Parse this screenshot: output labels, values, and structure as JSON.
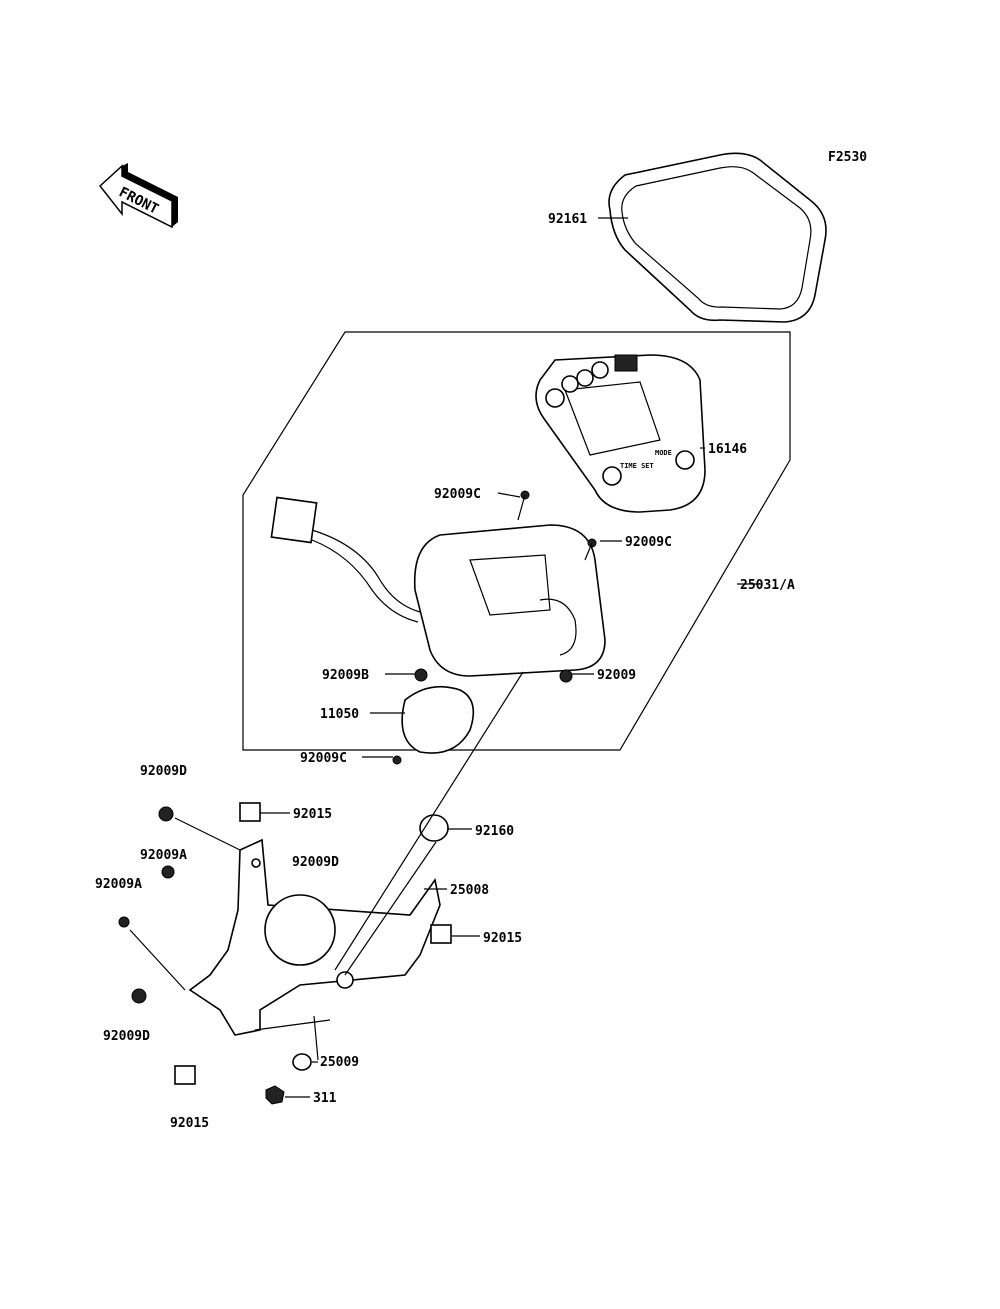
{
  "diagram": {
    "figure_code": "F2530",
    "front_arrow_text": "FRONT",
    "meter_buttons": {
      "left": "TIME SET",
      "right": "MODE"
    },
    "callouts": [
      "92161",
      "16146",
      "92009C",
      "92009C",
      "25031/A",
      "92009B",
      "92009",
      "11050",
      "92009C",
      "92009D",
      "92015",
      "92160",
      "92009A",
      "92009D",
      "25008",
      "92009A",
      "92015",
      "92009D",
      "25009",
      "311",
      "92015"
    ]
  }
}
